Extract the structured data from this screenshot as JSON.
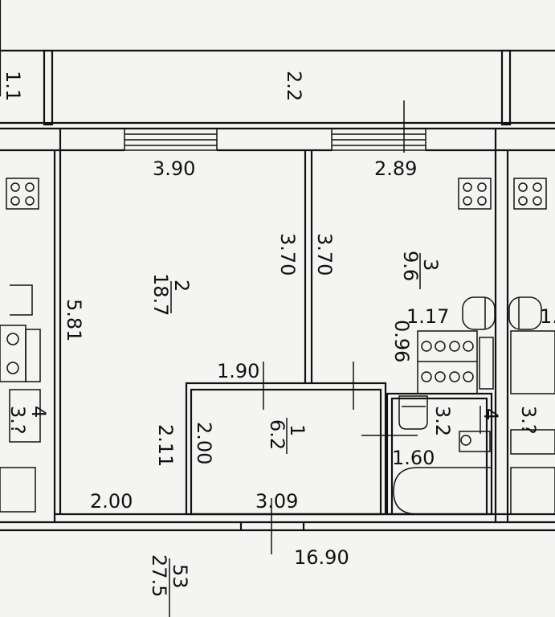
{
  "plan": {
    "balcony": {
      "length": "2.2",
      "left_neighbor": "1.1"
    },
    "rooms": [
      {
        "number": "2",
        "area": "18.7",
        "width": "3.90",
        "depth": "5.81",
        "side": "3.70"
      },
      {
        "number": "3",
        "area": "9.6",
        "width": "2.89",
        "side": "3.70"
      },
      {
        "number": "1",
        "area": "6.2",
        "width_top": "1.90",
        "width_bottom": "3.09",
        "side_left": "2.00",
        "side_right": "2.11"
      },
      {
        "number": "4",
        "area": "3.2",
        "width": "1.60",
        "depth": "0.96",
        "top": "1.17"
      }
    ],
    "left_dimension": "2.00",
    "total": {
      "length": "16.90",
      "total_area": "53",
      "living_area": "27.5"
    },
    "neighbor_left": {
      "number": "4",
      "area": "3.?"
    },
    "neighbor_right": {
      "area": "3.?",
      "top": "1."
    },
    "colors": {
      "line": "#111111",
      "paper": "#f4f4f2"
    }
  }
}
